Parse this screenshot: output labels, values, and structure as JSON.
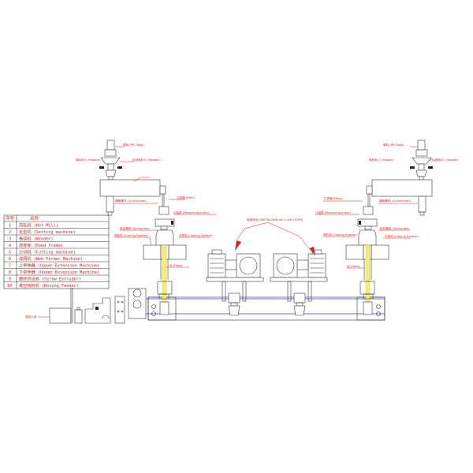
{
  "legend_table": {
    "headers": [
      "序号",
      "名称"
    ],
    "rows": [
      {
        "no": "1",
        "name": "热轧机 (Hot Mill)"
      },
      {
        "no": "2",
        "name": "定型机 (Setting machine)"
      },
      {
        "no": "3",
        "name": "卷绕机 (Winder)"
      },
      {
        "no": "4",
        "name": "放卷架 (Feed frame)"
      },
      {
        "no": "5",
        "name": "分切机 (Cutting machine)"
      },
      {
        "no": "6",
        "name": "成网机 (Web Former Machine)"
      },
      {
        "no": "7",
        "name": "上牵伸器 (Upper Extension Machine)"
      },
      {
        "no": "8",
        "name": "下牵伸器 (Under Extension Machine)"
      },
      {
        "no": "9",
        "name": "螺杆挤出机 (Screw Extruder)"
      },
      {
        "no": "10",
        "name": "真空吸料机 (Dosing Feeder)"
      }
    ]
  },
  "labels": {
    "left": {
      "chips": "原料 (PP Chips)",
      "hopper_left": "吸料料斗 (Hopper)",
      "hopper_right": "自动吸料斗 (Hopper)",
      "extruder": "辅助螺杆 (Co-Extruder)",
      "filter": "过滤器 (Filter)",
      "pump": "计量泵 (Measuring pump)",
      "spin_box": "纺丝箱体 (Spring box)",
      "cooling_left": "侧吹风 (Cooling System)",
      "cooling_right": "冷却风 (Cooling System)",
      "fibre": "丝 (Fibre)"
    },
    "right": {
      "chips": "原料 (PP Chips)",
      "hopper_left": "吸料料斗 (Hopper)",
      "hopper_right": "自动吸料斗 (Hopper)",
      "extruder": "辅助螺杆 (Co-Extruder)",
      "filter": "过滤器 (Filter)",
      "pump": "计量泵 (Measuring pump)",
      "spin_box": "纺丝箱体 (Spring box)",
      "cooling_left": "侧吹风 (Cooling System)",
      "cooling_right": "冷却风 (Cooling System)",
      "fibre": "丝 (Fibre)"
    },
    "center": "熔喷系统 (MELTBLOWN DIE x 4M) (TCPN)",
    "product": "成品入库"
  },
  "colors": {
    "annotation": "#e02020",
    "web_path": "#3a3ae0",
    "fibre": "#f4f06a"
  }
}
